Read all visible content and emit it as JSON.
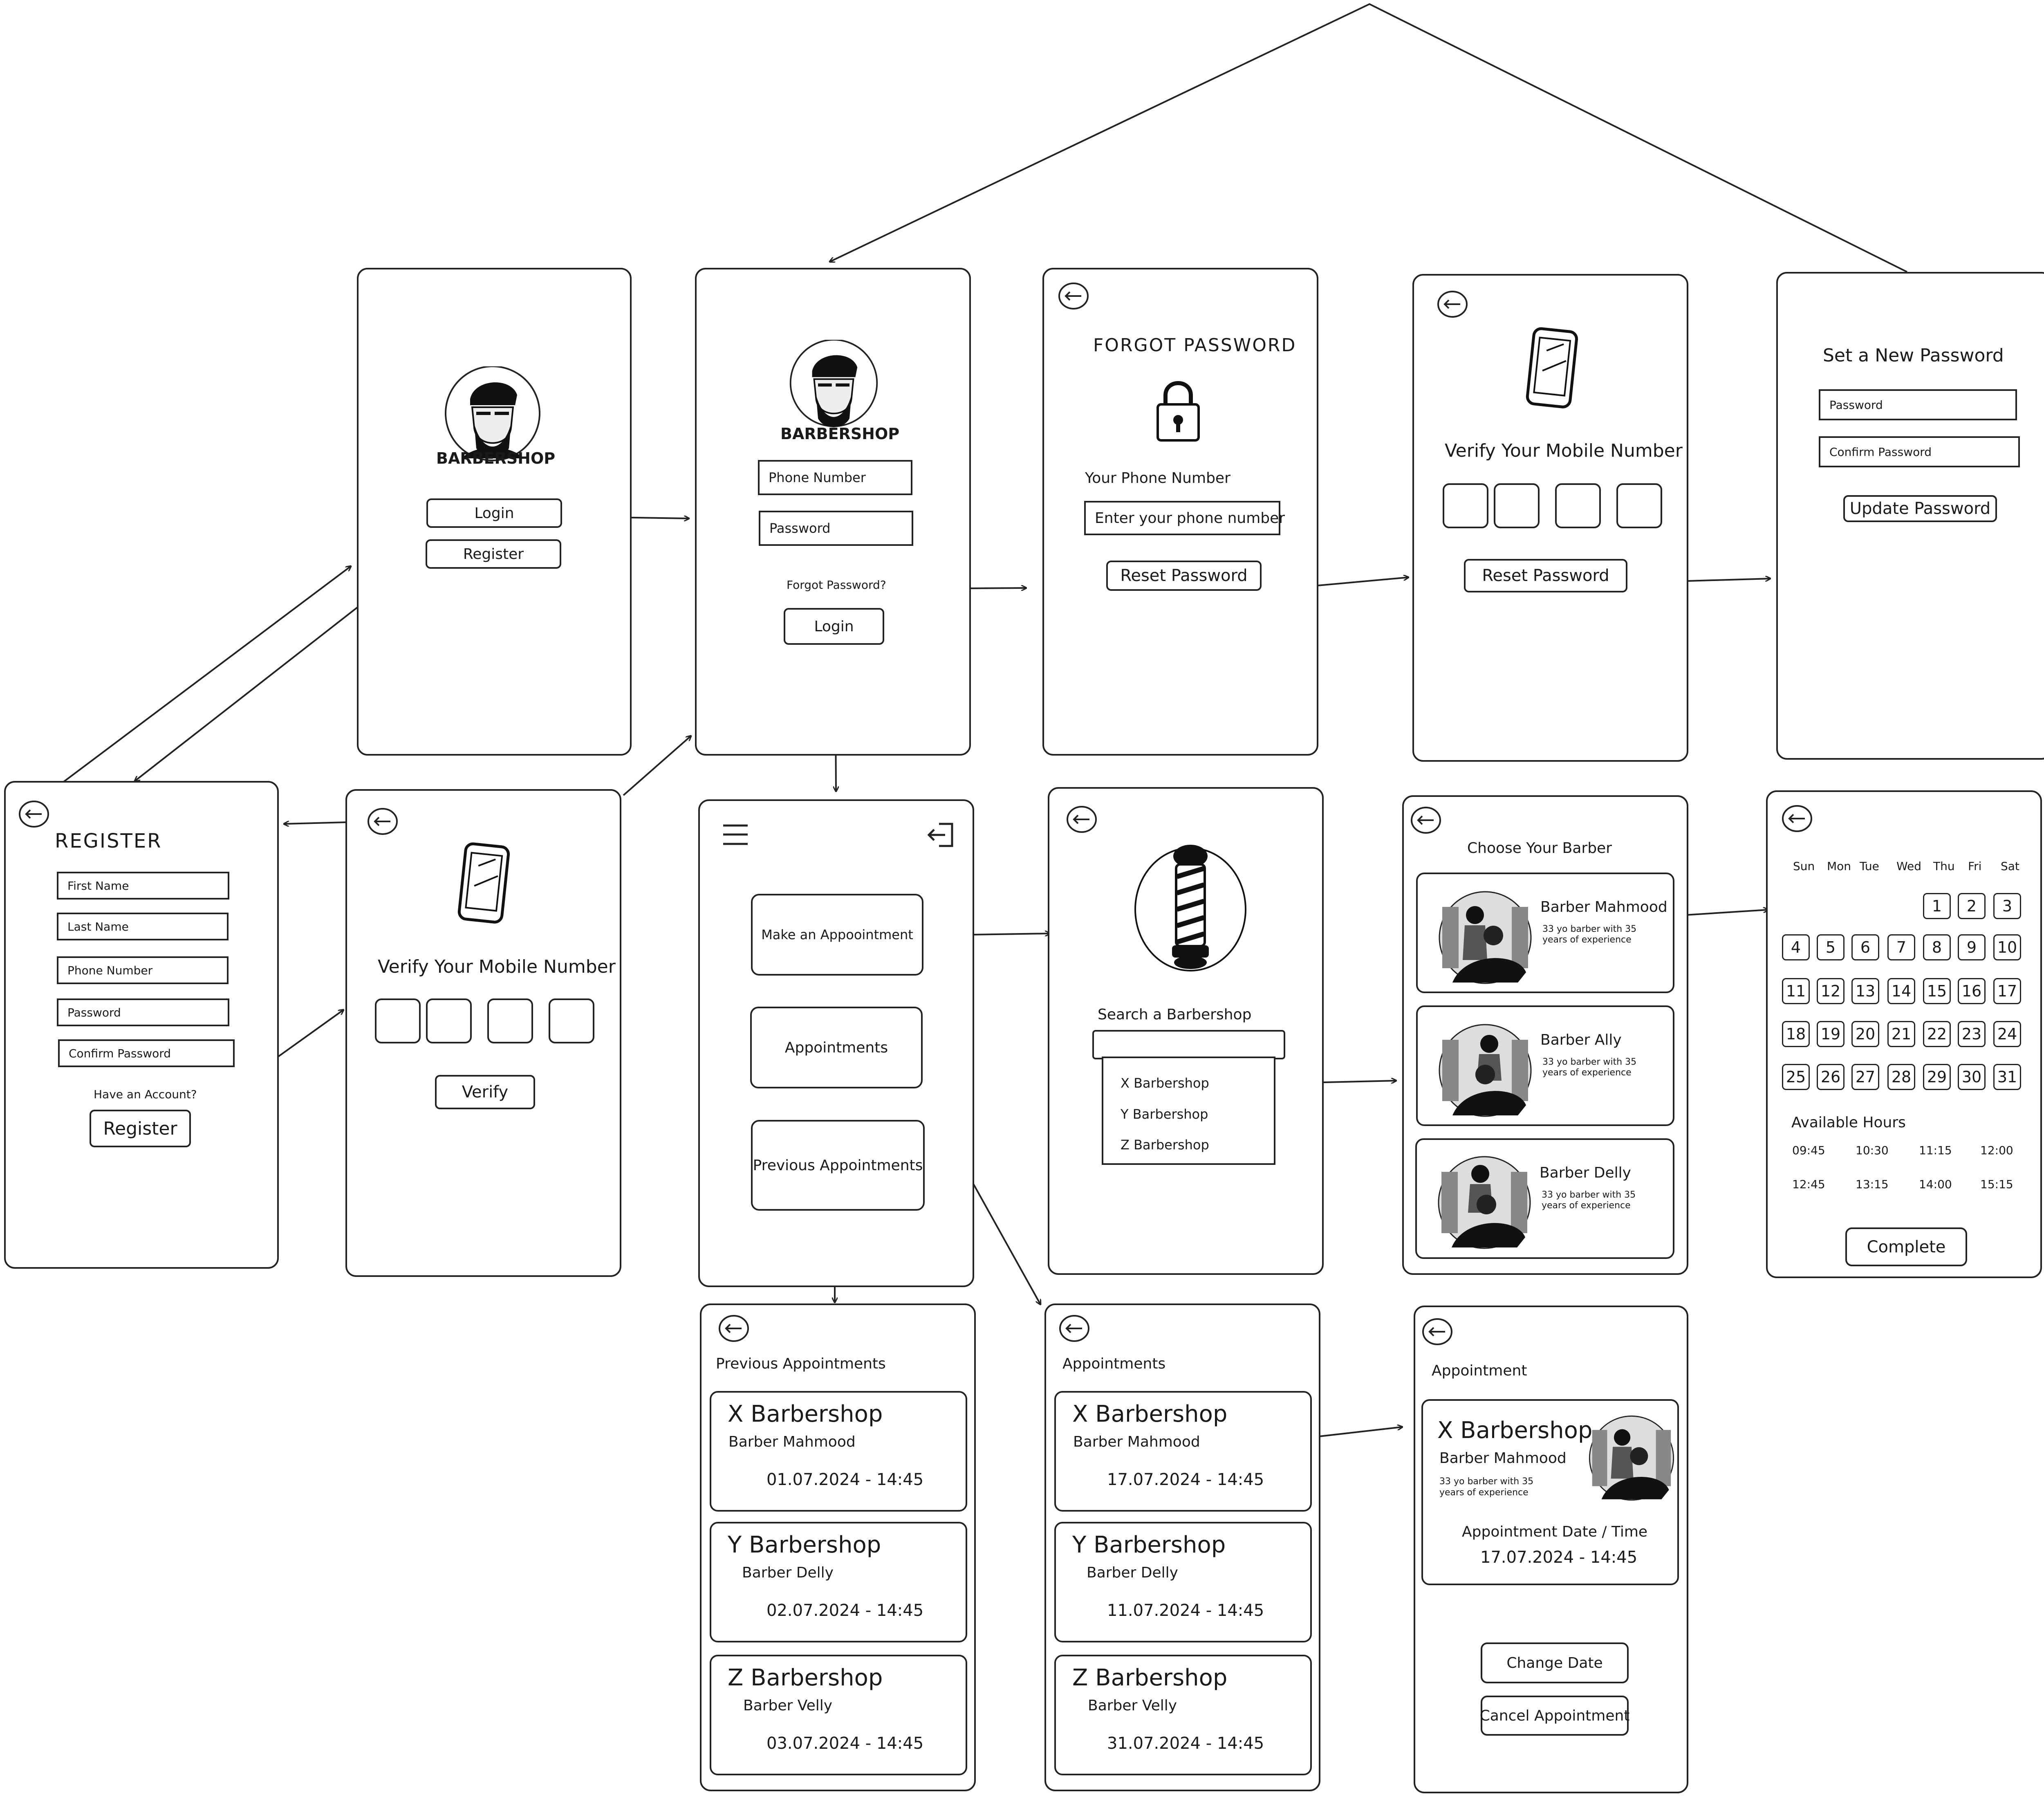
{
  "brand": {
    "logo_text": "BARBERSHOP"
  },
  "welcome": {
    "login_button": "Login",
    "register_button": "Register"
  },
  "login": {
    "phone_placeholder": "Phone Number",
    "password_placeholder": "Password",
    "forgot_link": "Forgot Password?",
    "login_button": "Login"
  },
  "forgot": {
    "title": "FORGOT PASSWORD",
    "phone_label": "Your Phone Number",
    "phone_placeholder": "Enter your phone number",
    "reset_button": "Reset Password"
  },
  "verify_reset": {
    "title": "Verify Your Mobile Number",
    "reset_button": "Reset Password"
  },
  "new_password": {
    "title": "Set a New Password",
    "password_placeholder": "Password",
    "confirm_placeholder": "Confirm Password",
    "update_button": "Update Password"
  },
  "register": {
    "title": "REGISTER",
    "first_name": "First Name",
    "last_name": "Last Name",
    "phone": "Phone Number",
    "password": "Password",
    "confirm": "Confirm Password",
    "have_account": "Have an Account?",
    "register_button": "Register"
  },
  "verify_register": {
    "title": "Verify Your Mobile Number",
    "verify_button": "Verify"
  },
  "home": {
    "make_appointment": "Make an Appoointment",
    "appointments": "Appointments",
    "previous_appointments": "Previous Appointments"
  },
  "search": {
    "label": "Search a Barbershop",
    "results": [
      "X Barbershop",
      "Y Barbershop",
      "Z Barbershop"
    ]
  },
  "barbers": {
    "title": "Choose Your Barber",
    "items": [
      {
        "name": "Barber Mahmood",
        "desc1": "33 yo barber with 35",
        "desc2": "years of experience"
      },
      {
        "name": "Barber Ally",
        "desc1": "33 yo barber with 35",
        "desc2": "years of experience"
      },
      {
        "name": "Barber Delly",
        "desc1": "33 yo barber with 35",
        "desc2": "years of experience"
      }
    ]
  },
  "calendar": {
    "days": [
      "Sun",
      "Mon",
      "Tue",
      "Wed",
      "Thu",
      "Fri",
      "Sat"
    ],
    "dates": [
      "1",
      "2",
      "3",
      "4",
      "5",
      "6",
      "7",
      "8",
      "9",
      "10",
      "11",
      "12",
      "13",
      "14",
      "15",
      "16",
      "17",
      "18",
      "19",
      "20",
      "21",
      "22",
      "23",
      "24",
      "25",
      "26",
      "27",
      "28",
      "29",
      "30",
      "31"
    ],
    "hours_label": "Available Hours",
    "hours": [
      "09:45",
      "10:30",
      "11:15",
      "12:00",
      "12:45",
      "13:15",
      "14:00",
      "15:15"
    ],
    "complete_button": "Complete"
  },
  "previous": {
    "title": "Previous Appointments",
    "items": [
      {
        "shop": "X Barbershop",
        "barber": "Barber Mahmood",
        "datetime": "01.07.2024 - 14:45"
      },
      {
        "shop": "Y Barbershop",
        "barber": "Barber Delly",
        "datetime": "02.07.2024 - 14:45"
      },
      {
        "shop": "Z Barbershop",
        "barber": "Barber Velly",
        "datetime": "03.07.2024 - 14:45"
      }
    ]
  },
  "appointments": {
    "title": "Appointments",
    "items": [
      {
        "shop": "X Barbershop",
        "barber": "Barber Mahmood",
        "datetime": "17.07.2024 - 14:45"
      },
      {
        "shop": "Y Barbershop",
        "barber": "Barber Delly",
        "datetime": "11.07.2024 - 14:45"
      },
      {
        "shop": "Z Barbershop",
        "barber": "Barber Velly",
        "datetime": "31.07.2024 - 14:45"
      }
    ]
  },
  "detail": {
    "title": "Appointment",
    "shop": "X Barbershop",
    "barber": "Barber Mahmood",
    "desc1": "33 yo barber with 35",
    "desc2": "years of experience",
    "date_label": "Appointment Date / Time",
    "datetime": "17.07.2024 - 14:45",
    "change_button": "Change Date",
    "cancel_button": "Cancel Appointment"
  },
  "icons": [
    "back-arrow-icon",
    "barber-logo-icon",
    "lock-icon",
    "phone-icon",
    "menu-icon",
    "logout-icon",
    "barber-pole-icon",
    "barber-photo-icon"
  ]
}
